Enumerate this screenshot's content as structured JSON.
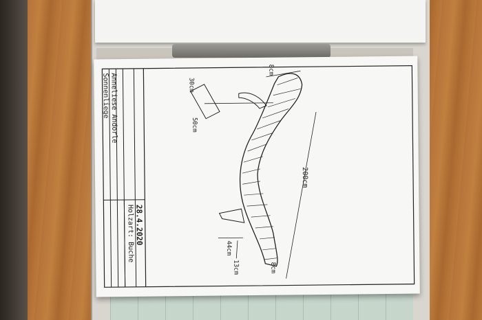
{
  "titleblock": {
    "name": "Anneliese Andorle",
    "title": "Sonnenliege",
    "date": "28.4.2020",
    "material": "Holzart: Buche"
  },
  "dimensions": {
    "top": "8cm",
    "width": "30cm",
    "depth": "50cm",
    "length": "200cm",
    "base": "44cm",
    "foot": "13cm",
    "end": "8cm"
  }
}
